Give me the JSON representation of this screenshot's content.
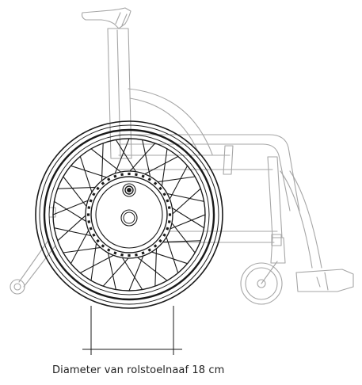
{
  "caption": "Diameter van rolstoelnaaf 18 cm",
  "colors": {
    "wheel": "#1a1a1a",
    "frame": "#a6a6a6",
    "background": "#ffffff"
  },
  "wheel": {
    "spoke_count": 36,
    "hub_hole_count": 36
  }
}
